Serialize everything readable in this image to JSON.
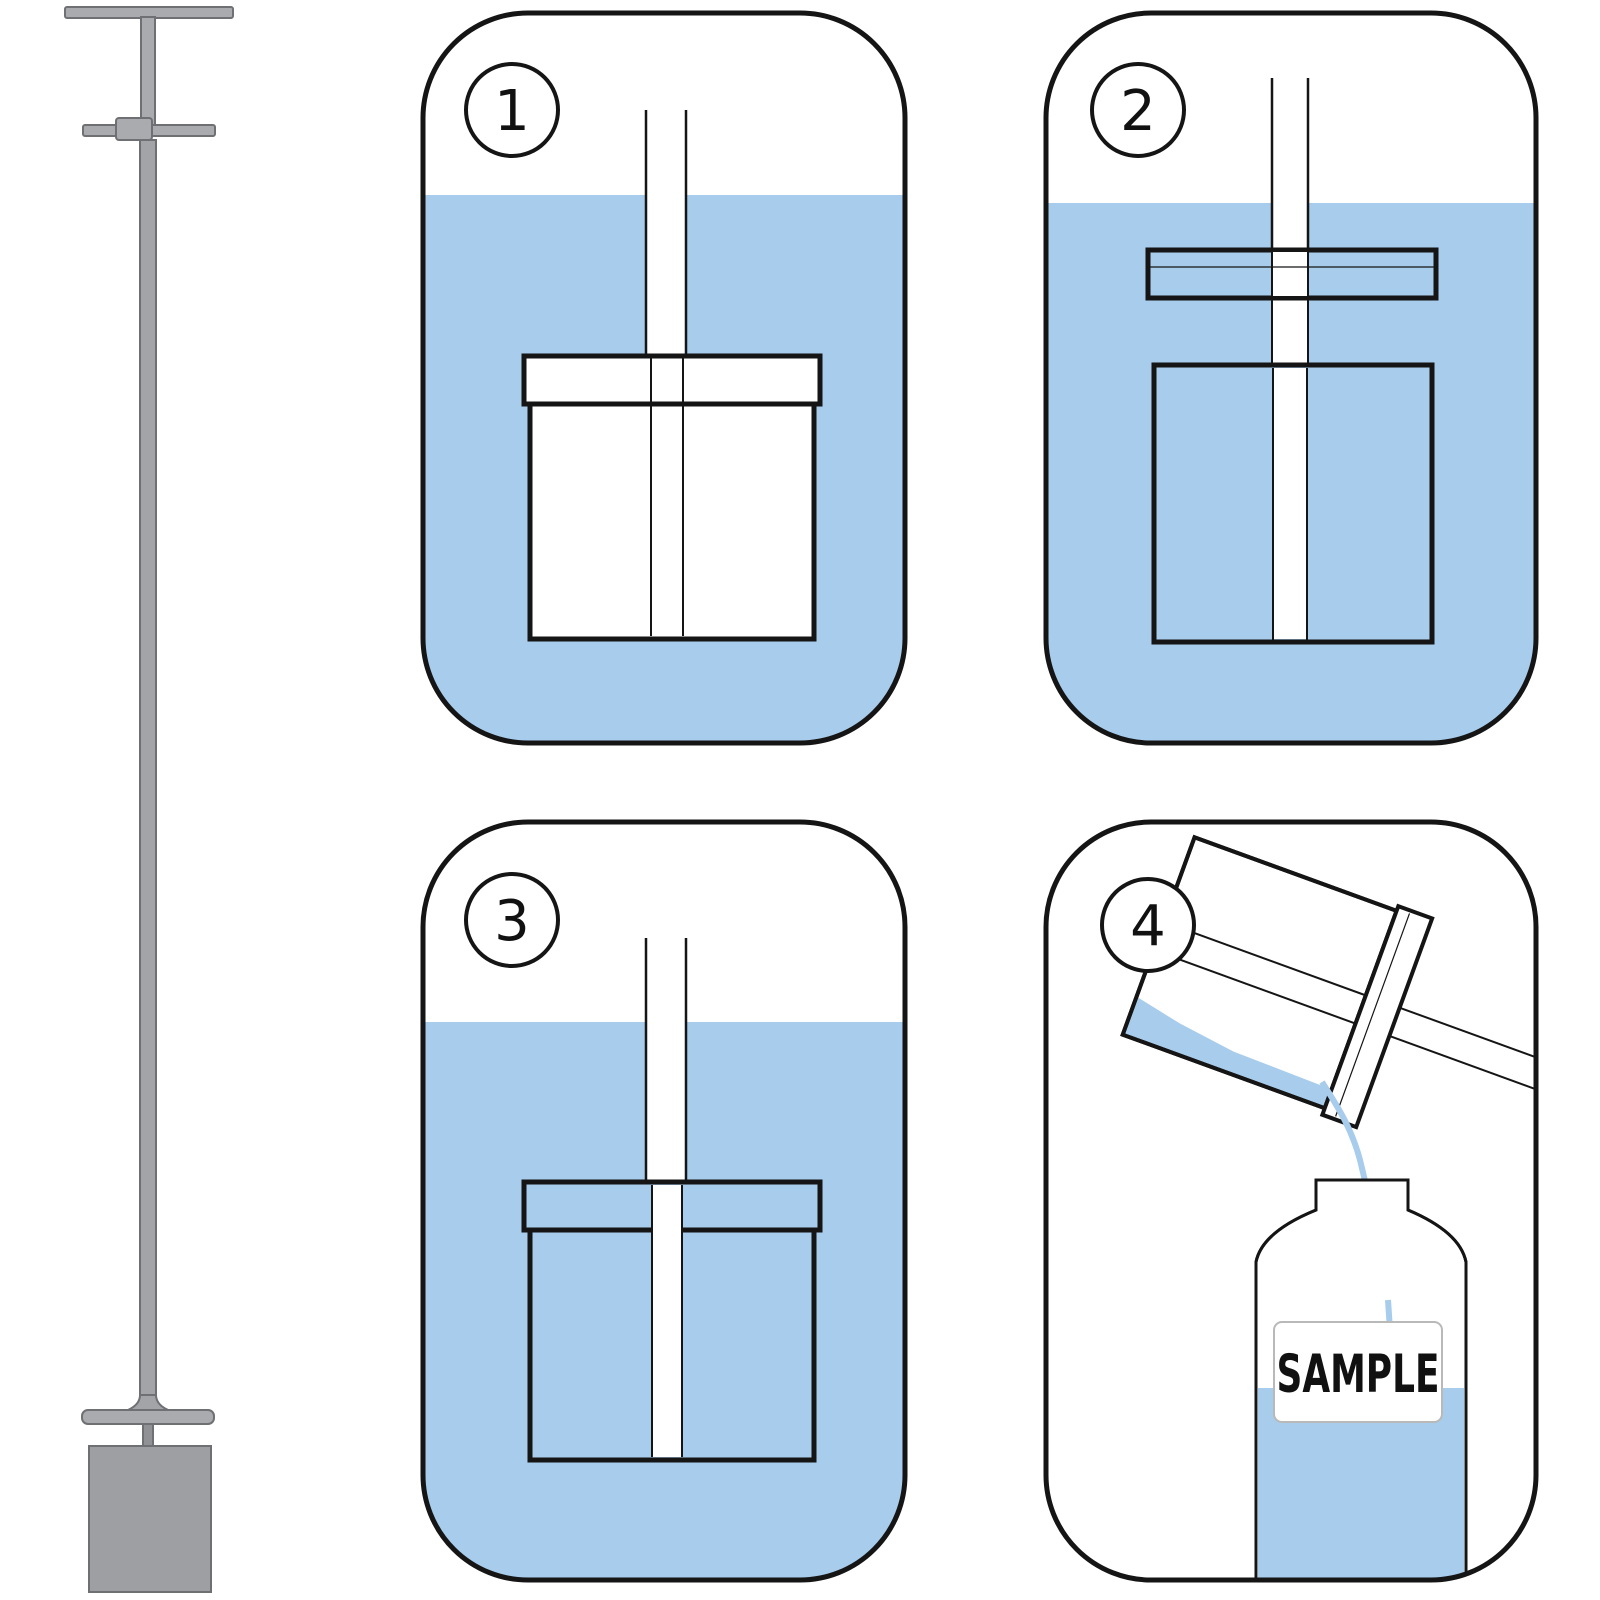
{
  "panels": [
    {
      "step": "1"
    },
    {
      "step": "2"
    },
    {
      "step": "3"
    },
    {
      "step": "4"
    }
  ],
  "bottle_label": "SAMPLE",
  "colors": {
    "water": "#a7ccec",
    "stroke": "#151515",
    "sampler_rod": "#a2a4a7",
    "sampler_weight": "#9d9fa2",
    "background": "#ffffff"
  }
}
